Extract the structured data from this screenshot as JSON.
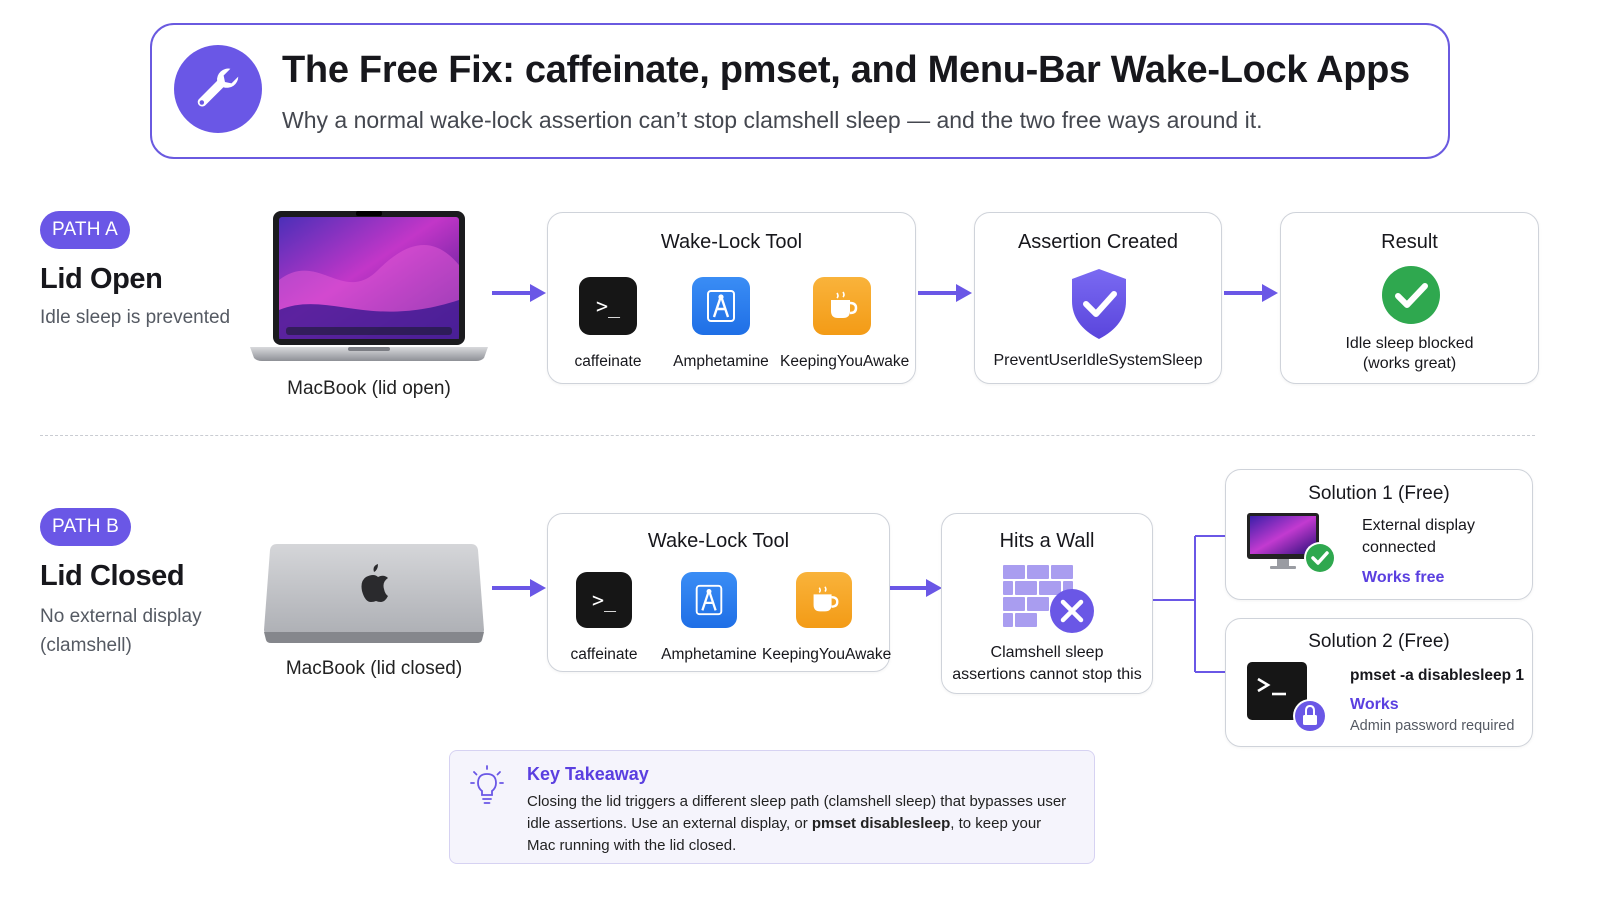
{
  "header": {
    "title": "The Free Fix: caffeinate, pmset, and Menu-Bar Wake-Lock Apps",
    "subtitle": "Why a normal wake-lock assertion can’t stop clamshell sleep — and the two free ways around it.",
    "icon": "wrench-icon"
  },
  "path_a": {
    "badge": "PATH A",
    "title": "Lid Open",
    "description": "Idle sleep is prevented",
    "device_caption": "MacBook (lid open)",
    "tool_box": {
      "title": "Wake-Lock Tool",
      "tools": [
        "caffeinate",
        "Amphetamine",
        "KeepingYouAwake"
      ]
    },
    "assertion_box": {
      "title": "Assertion Created",
      "label": "PreventUserIdleSystemSleep"
    },
    "result_box": {
      "title": "Result",
      "line1": "Idle sleep blocked",
      "line2": "(works great)"
    }
  },
  "path_b": {
    "badge": "PATH B",
    "title": "Lid Closed",
    "description_line1": "No external display",
    "description_line2": "(clamshell)",
    "device_caption": "MacBook (lid closed)",
    "tool_box": {
      "title": "Wake-Lock Tool",
      "tools": [
        "caffeinate",
        "Amphetamine",
        "KeepingYouAwake"
      ]
    },
    "wall_box": {
      "title": "Hits a Wall",
      "line1": "Clamshell sleep",
      "line2": "assertions cannot stop this"
    },
    "solution1": {
      "title": "Solution 1 (Free)",
      "line1": "External display",
      "line2": "connected",
      "status": "Works free"
    },
    "solution2": {
      "title": "Solution 2 (Free)",
      "command": "pmset -a disablesleep 1",
      "status": "Works",
      "note": "Admin password required"
    }
  },
  "takeaway": {
    "title": "Key Takeaway",
    "text_before": "Closing the lid triggers a different sleep path (clamshell sleep) that bypasses user idle assertions. Use an external display, or ",
    "text_bold": "pmset disablesleep",
    "text_after": ", to keep your Mac running with the lid closed."
  },
  "colors": {
    "accent": "#6a57e6",
    "success": "#2fa84f",
    "works_text": "#5a3fe0"
  }
}
